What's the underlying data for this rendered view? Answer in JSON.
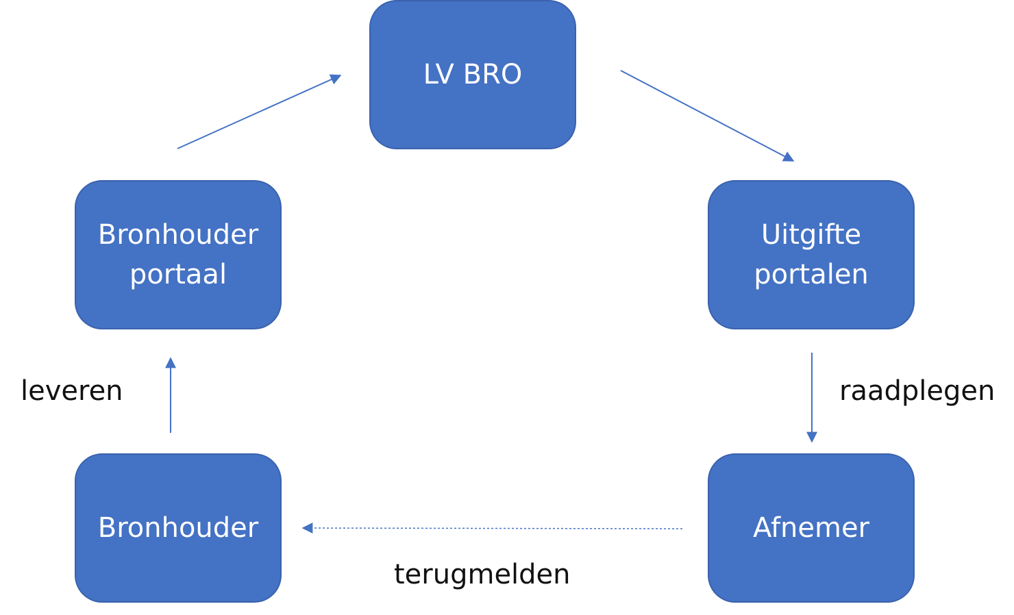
{
  "colors": {
    "node_fill": "#4472c4",
    "node_border": "#3a62ad",
    "node_text": "#ffffff",
    "arrow": "#4472c4",
    "label_text": "#111111"
  },
  "nodes": {
    "lv_bro": "LV BRO",
    "bronhouder_portaal": "Bronhouder\nportaal",
    "uitgifte_portalen": "Uitgifte\nportalen",
    "bronhouder": "Bronhouder",
    "afnemer": "Afnemer"
  },
  "edge_labels": {
    "leveren": "leveren",
    "raadplegen": "raadplegen",
    "terugmelden": "terugmelden"
  },
  "edges": [
    {
      "from": "bronhouder",
      "to": "bronhouder_portaal",
      "label": "leveren",
      "style": "solid"
    },
    {
      "from": "bronhouder_portaal",
      "to": "lv_bro",
      "label": "",
      "style": "solid"
    },
    {
      "from": "lv_bro",
      "to": "uitgifte_portalen",
      "label": "",
      "style": "solid"
    },
    {
      "from": "uitgifte_portalen",
      "to": "afnemer",
      "label": "raadplegen",
      "style": "solid"
    },
    {
      "from": "afnemer",
      "to": "bronhouder",
      "label": "terugmelden",
      "style": "dashed"
    }
  ]
}
